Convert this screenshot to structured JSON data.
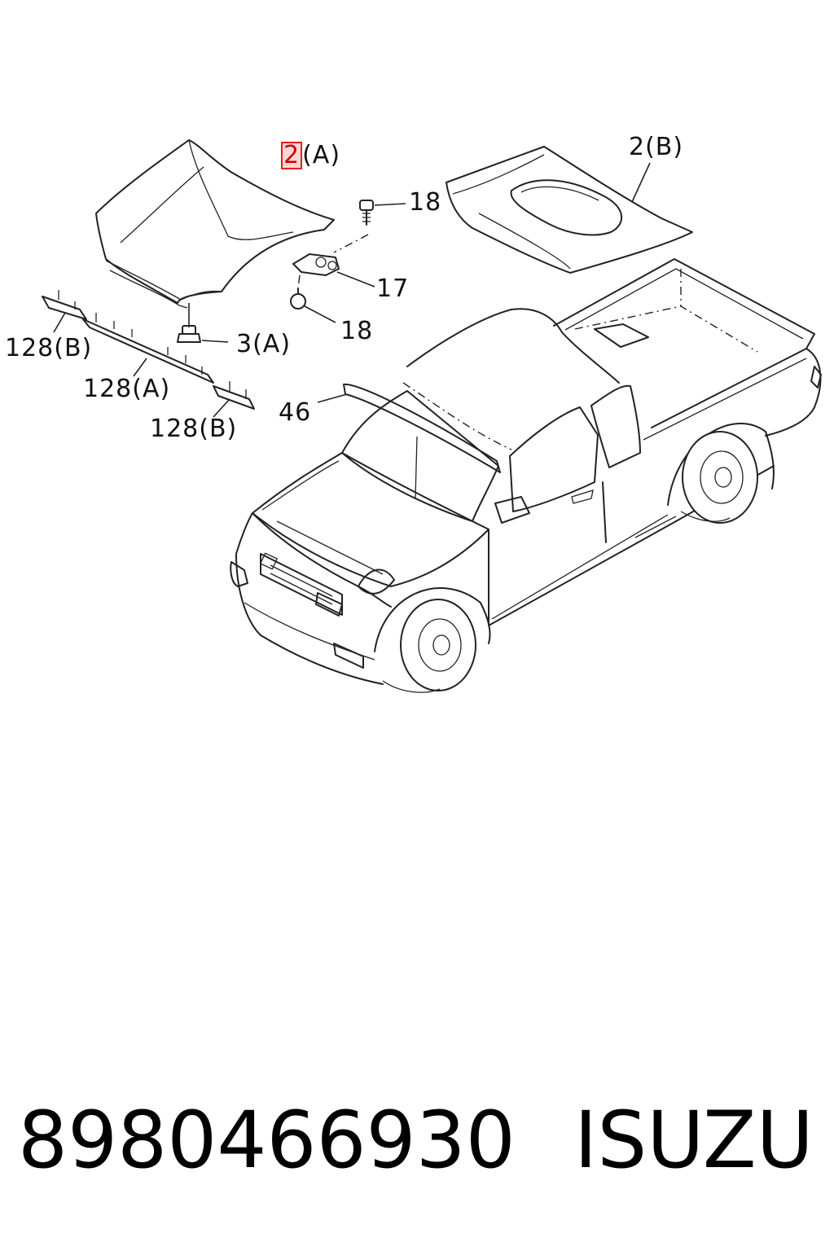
{
  "callouts": {
    "hood_a_prefix": "2",
    "hood_a_suffix": "(A)",
    "hood_b": "2(B)",
    "bolt_top": "18",
    "hinge": "17",
    "bolt_bottom": "18",
    "bumper": "3(A)",
    "seal_b_left": "128(B)",
    "seal_a": "128(A)",
    "seal_b_right": "128(B)",
    "deflector": "46"
  },
  "footer": {
    "part_number": "8980466930",
    "brand": "ISUZU"
  },
  "colors": {
    "highlight_border": "#e02020",
    "line": "#222222",
    "background": "#ffffff"
  }
}
